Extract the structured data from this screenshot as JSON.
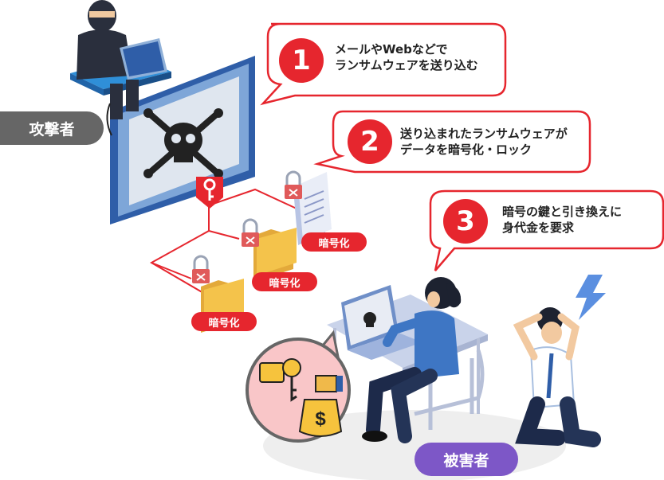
{
  "roles": {
    "attacker": "攻撃者",
    "victim": "被害者"
  },
  "steps": [
    {
      "number": "1",
      "lines": [
        "メールやWebなどで",
        "ランサムウェアを送り込む"
      ]
    },
    {
      "number": "2",
      "lines": [
        "送り込まれたランサムウェアが",
        "データを暗号化・ロック"
      ]
    },
    {
      "number": "3",
      "lines": [
        "暗号の鍵と引き換えに",
        "身代金を要求"
      ]
    }
  ],
  "encrypted_tags": [
    "暗号化",
    "暗号化",
    "暗号化"
  ],
  "colors": {
    "accent_red": "#e6262e",
    "attacker_gray": "#666666",
    "victim_purple": "#7d57c7",
    "monitor_blue": "#7ea6d8",
    "folder_yellow": "#f4c34b",
    "pink_circle": "#f9c6c8"
  },
  "icons": [
    "skull-crossbones-icon",
    "key-icon",
    "padlock-icon",
    "folder-icon",
    "document-icon",
    "money-bag-icon",
    "lightning-icon"
  ]
}
